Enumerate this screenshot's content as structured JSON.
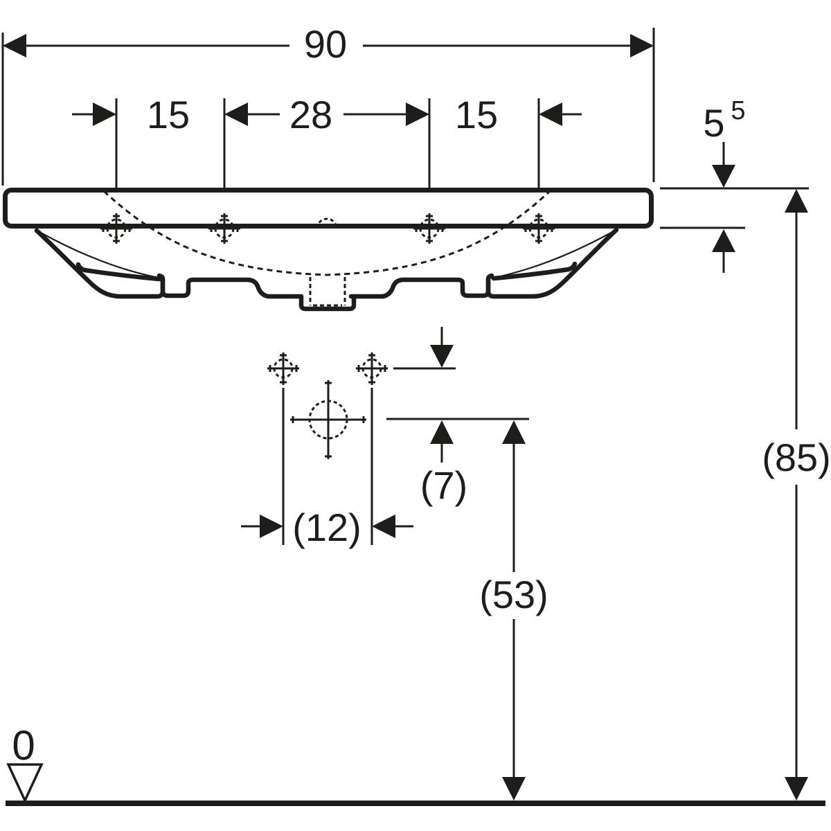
{
  "drawing": {
    "type": "technical-dimension-drawing",
    "subject": "washbasin front elevation with dimensions",
    "ink_color": "#1d1d1b",
    "background_color": "#ffffff",
    "units_note": "cm"
  },
  "dimensions": {
    "overall_width": "90",
    "tap_spacing_left": "15",
    "tap_spacing_center": "28",
    "tap_spacing_right": "15",
    "rim_thickness_main": "5",
    "rim_thickness_sup": "5",
    "overall_height": "(85)",
    "outlet_drop_below_fixings": "(7)",
    "fixing_hole_spacing": "(12)",
    "outlet_height_above_floor": "(53)",
    "floor_datum": "0"
  }
}
